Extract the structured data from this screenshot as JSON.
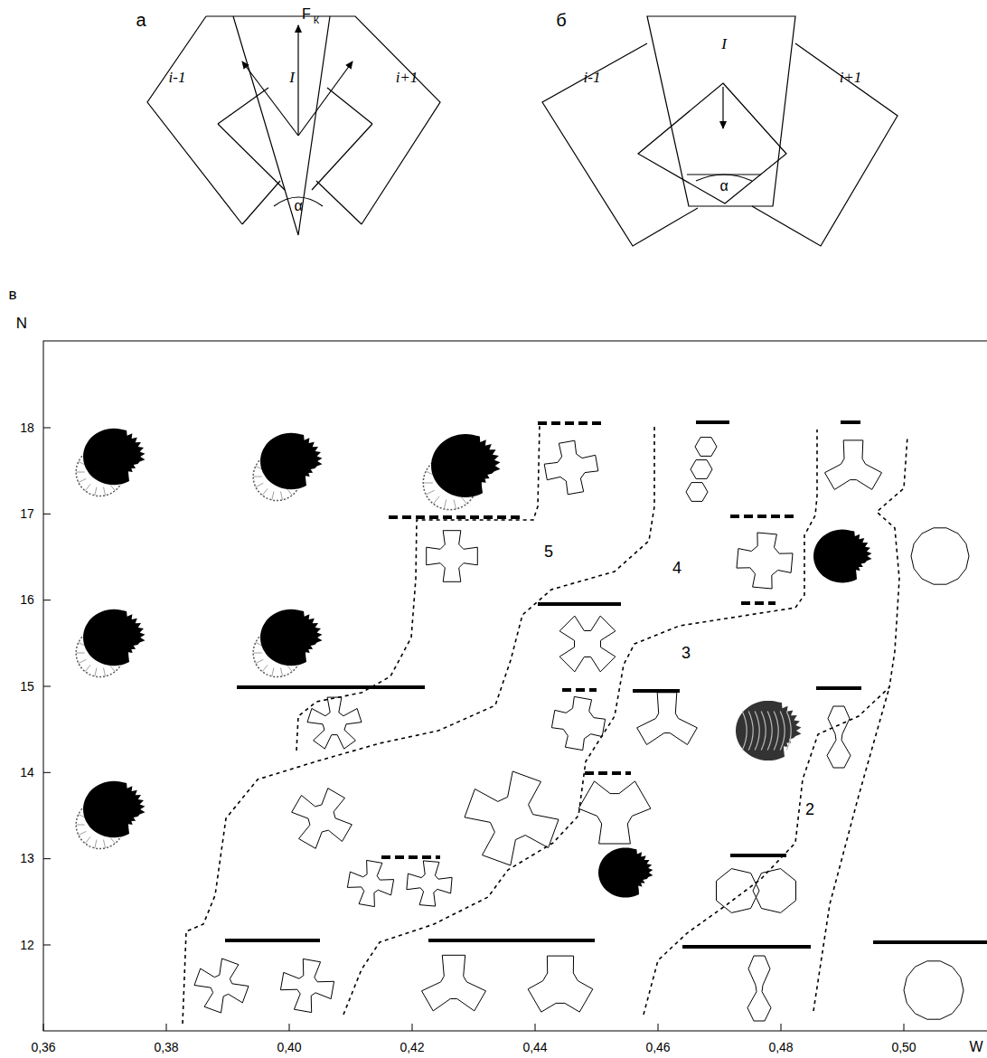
{
  "diagram": {
    "labels": [
      "а",
      "F",
      "К",
      "i-1",
      "I",
      "i+1",
      "α",
      "б",
      "I",
      "i-1",
      "i+1",
      "α",
      "в",
      "N",
      "18",
      "17",
      "16",
      "15",
      "14",
      "13",
      "12",
      "0,36",
      "0,38",
      "0,40",
      "0,42",
      "0,44",
      "0,46",
      "0,48",
      "0,50",
      "W",
      "5",
      "4",
      "3",
      "2"
    ]
  }
}
